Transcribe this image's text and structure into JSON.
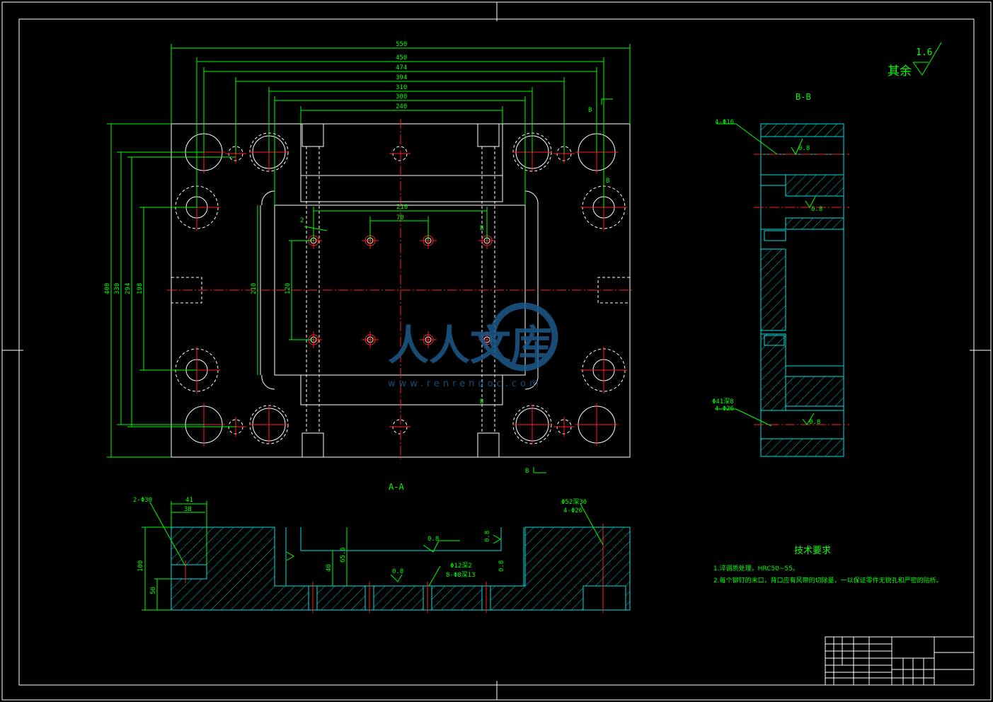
{
  "title_block": {
    "surface_finish_prefix": "其余",
    "surface_finish_value": "1.6"
  },
  "views": {
    "section_aa_label": "A-A",
    "section_bb_label": "B-B",
    "cut_marker_b": "B"
  },
  "dimensions": {
    "top": [
      "550",
      "450",
      "474",
      "394",
      "310",
      "300",
      "240"
    ],
    "inner_top": [
      "210",
      "70",
      "2"
    ],
    "left": [
      "400",
      "330",
      "294",
      "198"
    ],
    "inner_left": [
      "210",
      "120"
    ],
    "aa_top": [
      "2-Φ30",
      "41",
      "38"
    ],
    "aa_left": [
      "100",
      "50"
    ],
    "aa_right_note_1": "Φ52深30",
    "aa_right_note_2": "4-Φ26",
    "aa_inner": [
      "40",
      "65.6",
      "0.8",
      "Φ12深2",
      "8-Φ8深13",
      "0.8",
      "0.8",
      "0.8"
    ],
    "bb_notes": [
      "4-Φ16",
      "Φ41深8",
      "4-Φ26"
    ],
    "bb_roughness": [
      "0.8",
      "0.8",
      "0.8"
    ]
  },
  "tech_requirements": {
    "heading": "技术要求",
    "items": [
      "1.淬调质处理，HRC50~55。",
      "2.每个铆钉的末口，背口应有风带的切除量，一以保证零件无锐孔和严密的贴析。"
    ]
  },
  "watermark": {
    "text": "人人文库",
    "url": "www.renrendoc.com"
  },
  "colors": {
    "background": "#000000",
    "dimension": "#00ff00",
    "outline": "#ffffff",
    "centerline": "#ff2020",
    "hatch": "#00e0e0",
    "watermark": "#1e5a8a"
  }
}
